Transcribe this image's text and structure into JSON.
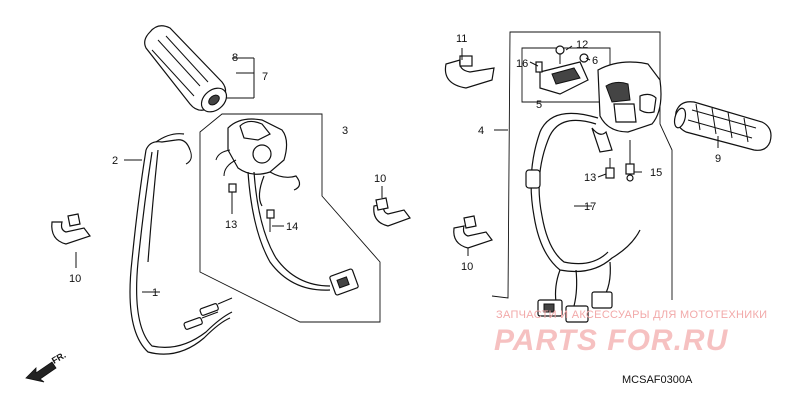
{
  "callouts": {
    "c1": "1",
    "c2": "2",
    "c3": "3",
    "c4": "4",
    "c5": "5",
    "c6": "6",
    "c7": "7",
    "c8": "8",
    "c9": "9",
    "c10a": "10",
    "c10b": "10",
    "c10c": "10",
    "c11": "11",
    "c12": "12",
    "c13a": "13",
    "c13b": "13",
    "c14": "14",
    "c15": "15",
    "c16": "16",
    "c17": "17"
  },
  "watermark": {
    "tagline": "ЗАПЧАСТИ И АКСЕССУАРЫ ДЛЯ МОТОТЕХНИКИ",
    "brand": "PARTS FOR.RU"
  },
  "diagram_code": "MCSAF0300A",
  "direction_label": "FR.",
  "colors": {
    "line": "#111111",
    "watermark": "#f4b3b3"
  }
}
